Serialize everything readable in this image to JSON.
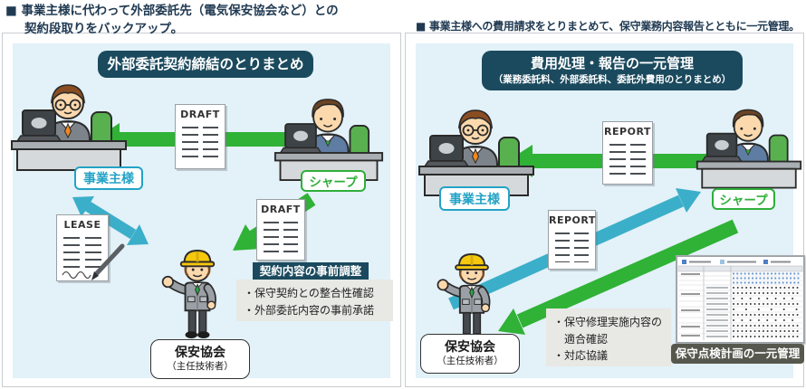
{
  "notes": {
    "left_line1": "■ 事業主様に代わって外部委託先（電気保安協会など）との",
    "left_line2": "契約段取りをバックアップ。",
    "right": "■ 事業主様への費用請求をとりまとめて、保守業務内容報告とともに一元管理。"
  },
  "left_panel": {
    "title": "外部委託契約締結のとりまとめ",
    "owner_label": "事業主様",
    "sharp_label": "シャープ",
    "agency_label": "保安協会",
    "agency_sublabel": "（主任技術者）",
    "documents": {
      "draft_top": "DRAFT",
      "draft_side": "DRAFT",
      "lease": "LEASE"
    },
    "adjust_box": {
      "title": "契約内容の事前調整",
      "items": [
        "・保守契約との整合性確認",
        "・外部委託内容の事前承諾"
      ]
    }
  },
  "right_panel": {
    "title": "費用処理・報告の一元管理",
    "subtitle": "（業務委託料、外部委託料、委託外費用のとりまとめ）",
    "owner_label": "事業主様",
    "sharp_label": "シャープ",
    "agency_label": "保安協会",
    "agency_sublabel": "（主任技術者）",
    "documents": {
      "report_top": "REPORT",
      "report_mid": "REPORT"
    },
    "discussion_box": {
      "items": [
        "・保守修理実施内容の適合確認",
        "・対応協議"
      ]
    },
    "schedule_caption": "保守点検計画の一元管理"
  },
  "colors": {
    "arrow_green": "#2fb236",
    "arrow_teal": "#3bafc9",
    "title_navy": "#1b4a5e",
    "panel_blue": "#e3f1f8",
    "owner_teal": "#23a3c6",
    "sharp_green": "#2fae3a",
    "box_gray": "#e8e8e4",
    "caption_gray": "#56584e"
  }
}
